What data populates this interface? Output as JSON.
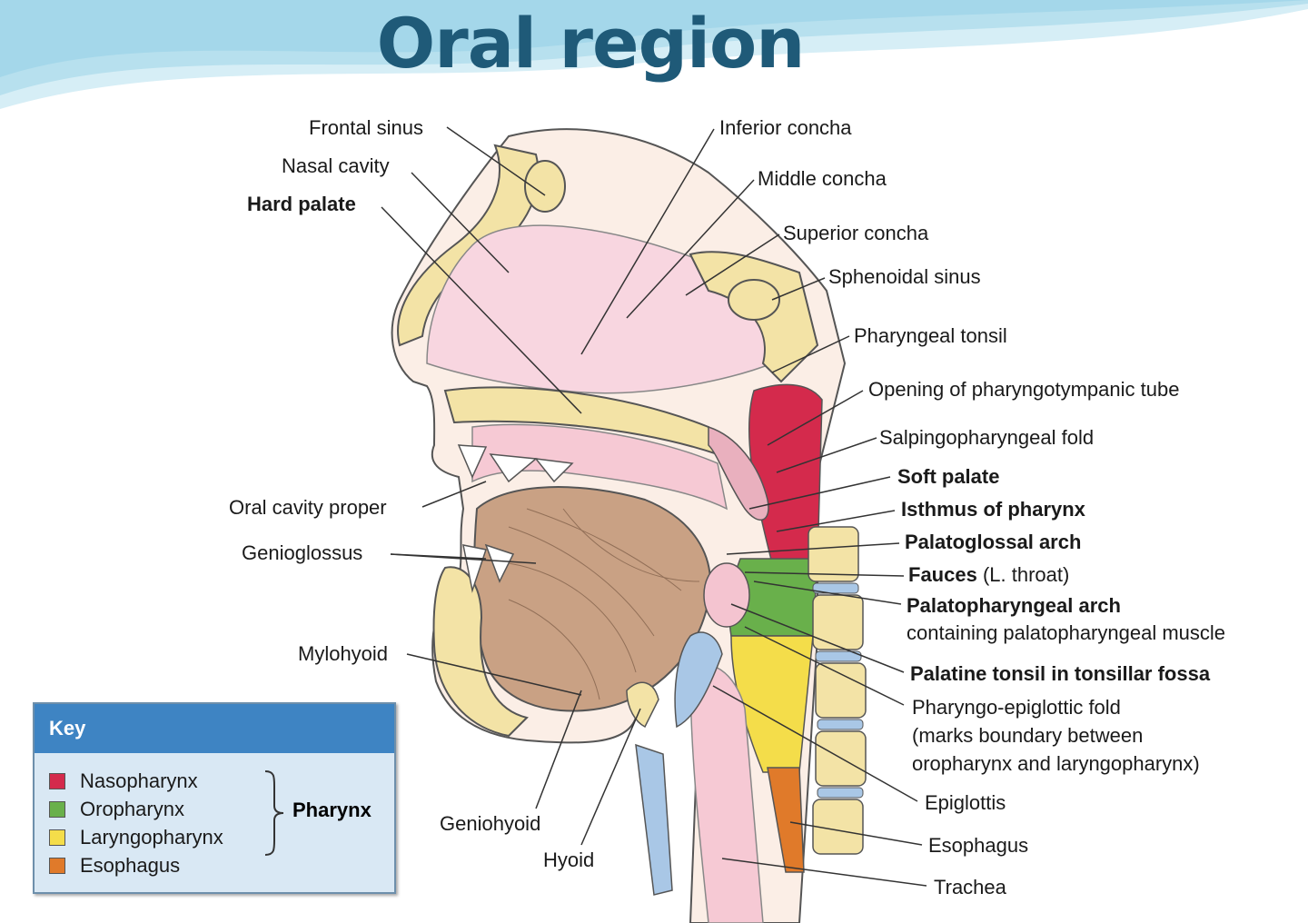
{
  "title": "Oral region",
  "labels_left": {
    "frontal_sinus": "Frontal sinus",
    "nasal_cavity": "Nasal cavity",
    "hard_palate": "Hard palate",
    "oral_cavity_proper": "Oral cavity proper",
    "genioglossus": "Genioglossus",
    "mylohyoid": "Mylohyoid",
    "geniohyoid": "Geniohyoid",
    "hyoid": "Hyoid"
  },
  "labels_right": {
    "inferior_concha": "Inferior concha",
    "middle_concha": "Middle concha",
    "superior_concha": "Superior concha",
    "sphenoidal_sinus": "Sphenoidal sinus",
    "pharyngeal_tonsil": "Pharyngeal tonsil",
    "opening_tube": "Opening of pharyngotympanic tube",
    "salpingopharyngeal_fold": "Salpingopharyngeal fold",
    "soft_palate": "Soft palate",
    "isthmus": "Isthmus of pharynx",
    "palatoglossal_arch": "Palatoglossal arch",
    "fauces": "Fauces",
    "fauces_note": " (L. throat)",
    "palatopharyngeal_arch": "Palatopharyngeal arch",
    "palatopharyngeal_note": "containing palatopharyngeal muscle",
    "palatine_tonsil": "Palatine tonsil in tonsillar fossa",
    "pharyngo_epiglottic": "Pharyngo-epiglottic fold",
    "pharyngo_note1": "(marks boundary between",
    "pharyngo_note2": "oropharynx and laryngopharynx)",
    "epiglottis": "Epiglottis",
    "esophagus": "Esophagus",
    "trachea": "Trachea"
  },
  "key": {
    "header": "Key",
    "items": [
      {
        "label": "Nasopharynx",
        "color": "#d42a4c"
      },
      {
        "label": "Oropharynx",
        "color": "#69b04b"
      },
      {
        "label": "Laryngopharynx",
        "color": "#f4dd4a"
      },
      {
        "label": "Esophagus",
        "color": "#e07a2a"
      }
    ],
    "group": "Pharynx"
  },
  "colors": {
    "title": "#1f5a78",
    "bone": "#f3e3a6",
    "mucosa": "#f6c9d4",
    "tongue": "#c9a184",
    "nasopharynx": "#d42a4c",
    "oropharynx": "#69b04b",
    "laryngopharynx": "#f4dd4a",
    "esophagus": "#e07a2a",
    "cartilage": "#a9c7e6"
  }
}
